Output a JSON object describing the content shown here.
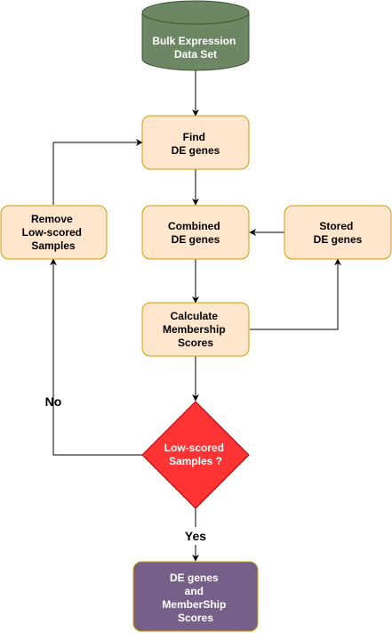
{
  "colors": {
    "process_fill": "#ffe6cc",
    "process_stroke": "#d79b00",
    "datastore_fill": "#6d8764",
    "datastore_stroke": "#3a5431",
    "decision_fill": "#ff3333",
    "decision_stroke": "#b20000",
    "output_fill": "#76608a",
    "output_stroke": "#d79b00",
    "edge": "#000000"
  },
  "nodes": {
    "bulk_expression": {
      "lines": [
        "Bulk Expression",
        "Data Set"
      ]
    },
    "find_de": {
      "lines": [
        "Find",
        "DE genes"
      ]
    },
    "combined_de": {
      "lines": [
        "Combined",
        "DE genes"
      ]
    },
    "stored_de": {
      "lines": [
        "Stored",
        "DE genes"
      ]
    },
    "remove_low": {
      "lines": [
        "Remove",
        "Low-scored",
        "Samples"
      ]
    },
    "calc_membership": {
      "lines": [
        "Calculate",
        "Membership",
        "Scores"
      ]
    },
    "low_scored_decision": {
      "lines": [
        "Low-scored",
        "Samples ?"
      ]
    },
    "output": {
      "lines": [
        "DE genes",
        "and",
        "MemberShip",
        "Scores"
      ]
    }
  },
  "edge_labels": {
    "no": "No",
    "yes": "Yes"
  }
}
